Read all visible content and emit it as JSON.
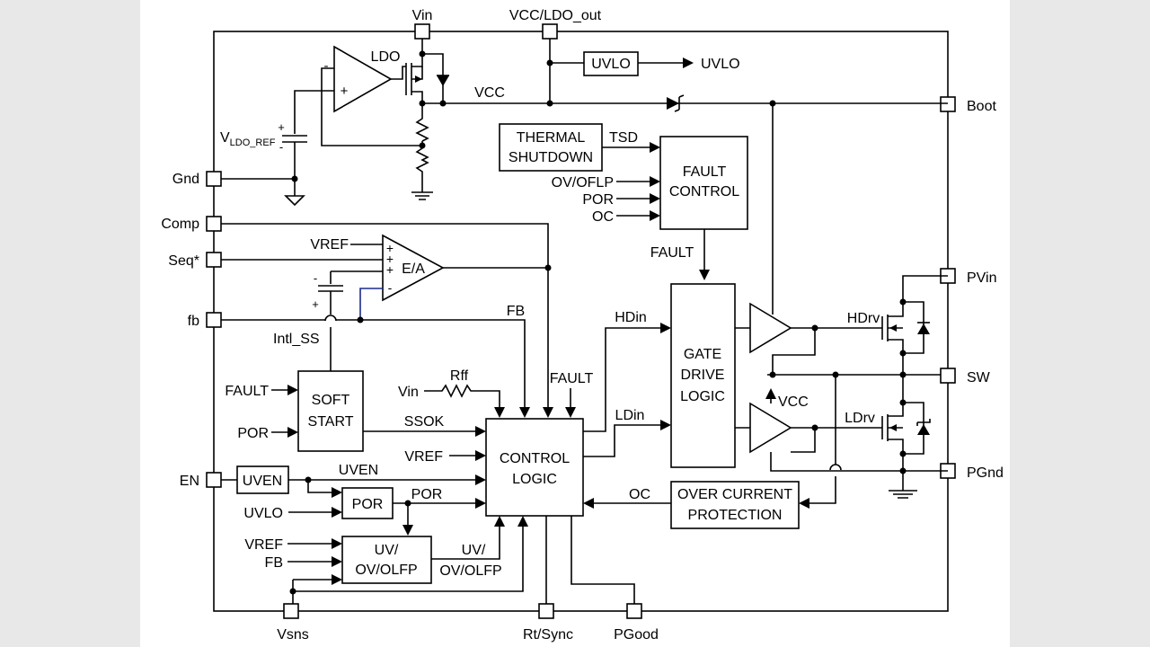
{
  "pins": {
    "vin": "Vin",
    "vcc_ldo_out": "VCC/LDO_out",
    "boot": "Boot",
    "gnd": "Gnd",
    "comp": "Comp",
    "seq": "Seq*",
    "fb": "fb",
    "pvin": "PVin",
    "sw": "SW",
    "en": "EN",
    "pgnd": "PGnd",
    "vsns": "Vsns",
    "rt_sync": "Rt/Sync",
    "pgood": "PGood"
  },
  "blocks": {
    "uvlo": "UVLO",
    "thermal_1": "THERMAL",
    "thermal_2": "SHUTDOWN",
    "fault_ctrl_1": "FAULT",
    "fault_ctrl_2": "CONTROL",
    "gate_1": "GATE",
    "gate_2": "DRIVE",
    "gate_3": "LOGIC",
    "soft_1": "SOFT",
    "soft_2": "START",
    "control_1": "CONTROL",
    "control_2": "LOGIC",
    "uven": "UVEN",
    "por": "POR",
    "uvov_1": "UV/",
    "uvov_2": "OV/OLFP",
    "ocp_1": "OVER CURRENT",
    "ocp_2": "PROTECTION",
    "ea": "E/A",
    "ldo": "LDO"
  },
  "signals": {
    "uvlo_out": "UVLO",
    "vcc": "VCC",
    "vldo_ref_main": "V",
    "vldo_ref_sub": "LDO_REF",
    "tsd": "TSD",
    "ov_olfp": "OV/OFLP",
    "por": "POR",
    "oc": "OC",
    "fault": "FAULT",
    "vref": "VREF",
    "fb": "FB",
    "intl_ss": "Intl_SS",
    "hdin": "HDin",
    "ldin": "LDin",
    "hdrv": "HDrv",
    "ldrv": "LDrv",
    "vcc_ld": "VCC",
    "fault_in": "FAULT",
    "por_in": "POR",
    "vin_rff": "Vin",
    "rff": "Rff",
    "ssok": "SSOK",
    "vref_cl": "VREF",
    "uven": "UVEN",
    "uvlo_in": "UVLO",
    "por_out": "POR",
    "vref_uv": "VREF",
    "fb_uv": "FB",
    "uvov_out_1": "UV/",
    "uvov_out_2": "OV/OLFP",
    "oc_in": "OC",
    "fault_top": "FAULT"
  }
}
